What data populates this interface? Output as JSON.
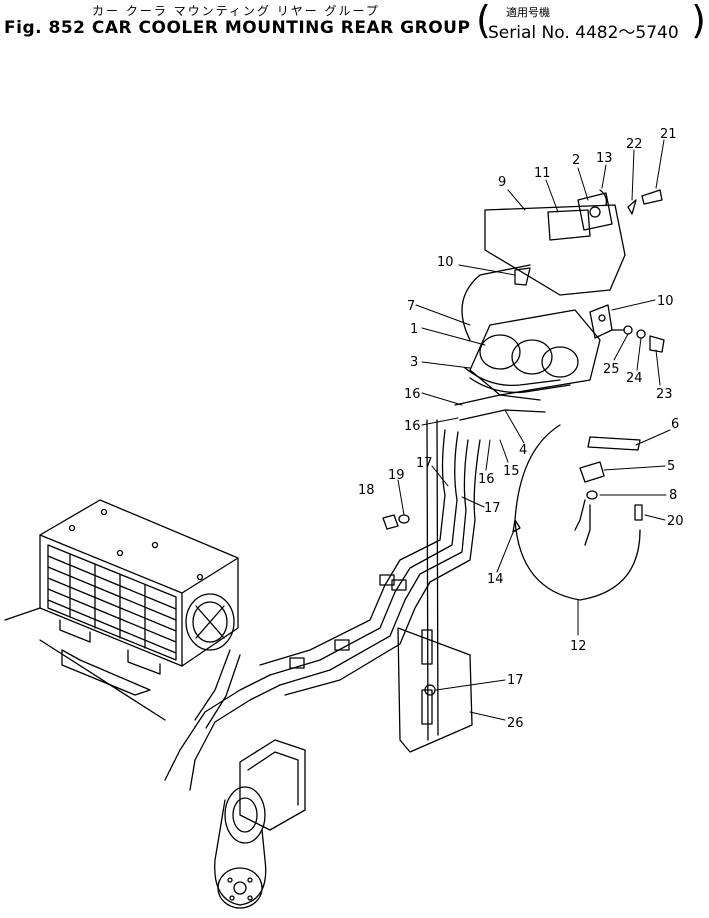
{
  "header": {
    "title_jp": "カー クーラ マウンティング リヤー グループ",
    "title_en": "Fig. 852 CAR COOLER MOUNTING REAR GROUP",
    "applicability_jp": "適用号機",
    "serial": "Serial No. 4482～5740",
    "paren_open": "(",
    "paren_close": ")"
  },
  "callouts": [
    {
      "id": "c21",
      "text": "21"
    },
    {
      "id": "c2",
      "text": "2"
    },
    {
      "id": "c13",
      "text": "13"
    },
    {
      "id": "c22",
      "text": "22"
    },
    {
      "id": "c11",
      "text": "11"
    },
    {
      "id": "c9",
      "text": "9"
    },
    {
      "id": "c10a",
      "text": "10"
    },
    {
      "id": "c10b",
      "text": "10"
    },
    {
      "id": "c7",
      "text": "7"
    },
    {
      "id": "c1",
      "text": "1"
    },
    {
      "id": "c3",
      "text": "3"
    },
    {
      "id": "c25",
      "text": "25"
    },
    {
      "id": "c24",
      "text": "24"
    },
    {
      "id": "c23",
      "text": "23"
    },
    {
      "id": "c16a",
      "text": "16"
    },
    {
      "id": "c16b",
      "text": "16"
    },
    {
      "id": "c4",
      "text": "4"
    },
    {
      "id": "c6",
      "text": "6"
    },
    {
      "id": "c16c",
      "text": "16"
    },
    {
      "id": "c15",
      "text": "15"
    },
    {
      "id": "c5",
      "text": "5"
    },
    {
      "id": "c17a",
      "text": "17"
    },
    {
      "id": "c17b",
      "text": "17"
    },
    {
      "id": "c8",
      "text": "8"
    },
    {
      "id": "c18",
      "text": "18"
    },
    {
      "id": "c19",
      "text": "19"
    },
    {
      "id": "c20",
      "text": "20"
    },
    {
      "id": "c14",
      "text": "14"
    },
    {
      "id": "c12",
      "text": "12"
    },
    {
      "id": "c17c",
      "text": "17"
    },
    {
      "id": "c26",
      "text": "26"
    }
  ]
}
